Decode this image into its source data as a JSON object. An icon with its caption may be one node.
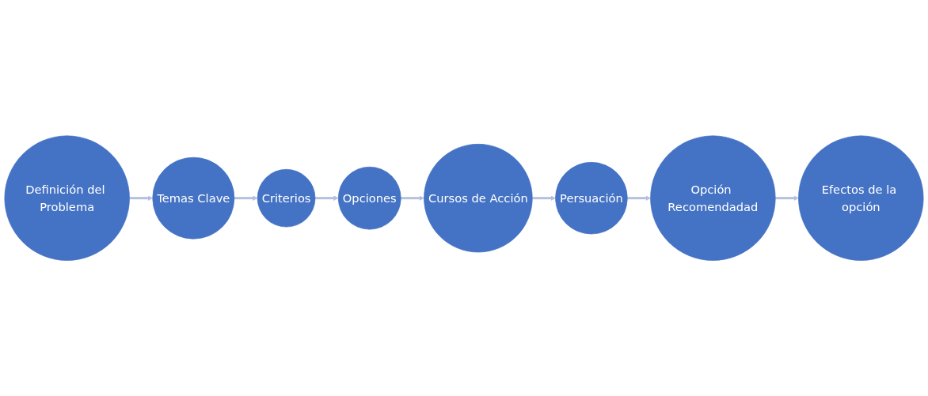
{
  "diagram": {
    "nodes": [
      {
        "text": [
          "Definición del Problema"
        ]
      },
      {
        "text": [
          "Temas Clave"
        ]
      },
      {
        "text": [
          "Criterios"
        ]
      },
      {
        "text": [
          "Opciones"
        ]
      },
      {
        "text": [
          "Cursos de Acción"
        ]
      },
      {
        "text": [
          "Persuación"
        ]
      },
      {
        "text": [
          "Opción Recomendadad"
        ]
      },
      {
        "text": [
          "Efectos de la opción"
        ]
      }
    ],
    "edges": [
      {
        "from": 0,
        "to": 1,
        "arrow": "to"
      },
      {
        "from": 1,
        "to": 2,
        "arrow": "to"
      },
      {
        "from": 2,
        "to": 3,
        "arrow": "to"
      },
      {
        "from": 3,
        "to": 4,
        "arrow": "to"
      },
      {
        "from": 4,
        "to": 5,
        "arrow": "to"
      },
      {
        "from": 5,
        "to": 6,
        "arrow": "to"
      },
      {
        "from": 6,
        "to": 7,
        "arrow": "to"
      }
    ]
  }
}
